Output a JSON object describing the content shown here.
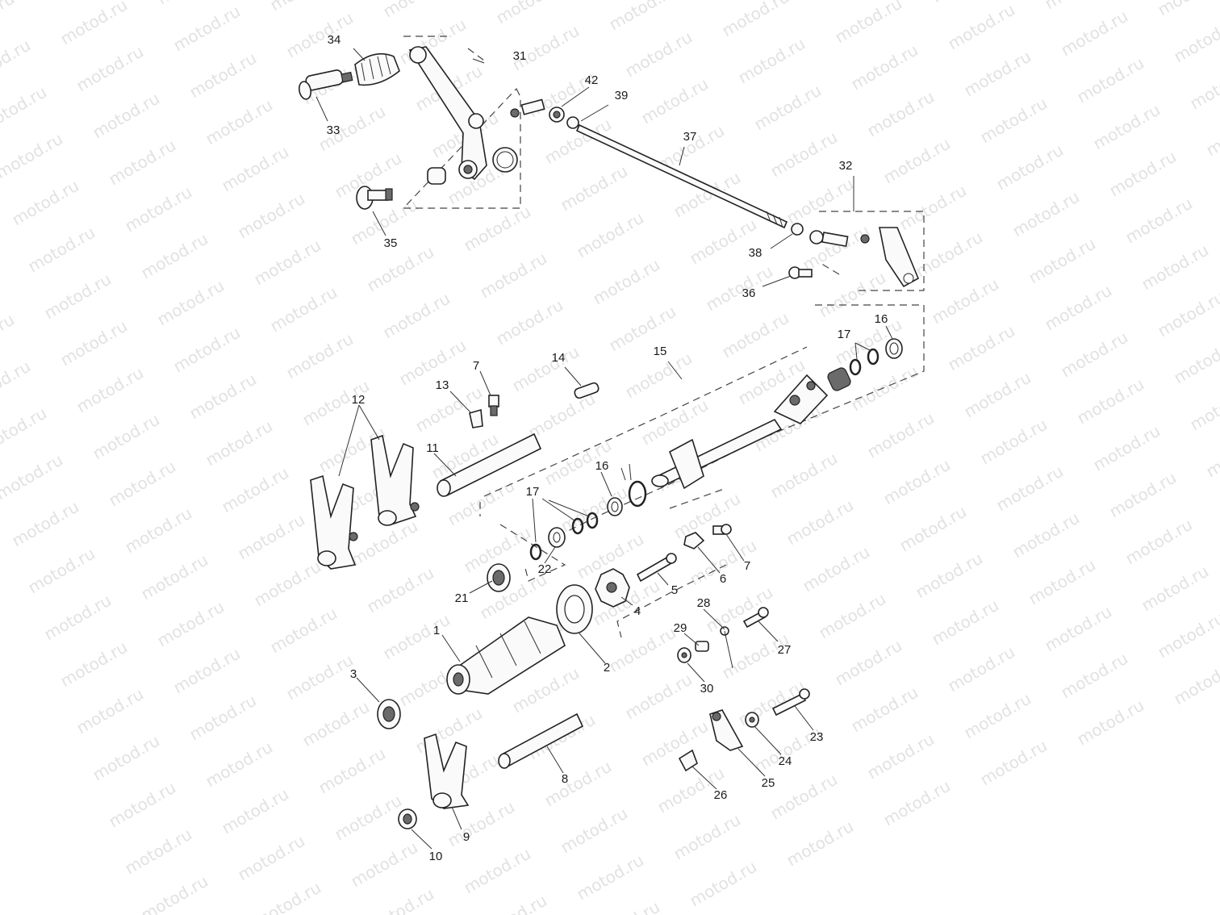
{
  "watermark_text": "motod.ru",
  "callouts": [
    "1",
    "2",
    "3",
    "4",
    "5",
    "6",
    "7",
    "7",
    "8",
    "9",
    "10",
    "11",
    "12",
    "13",
    "14",
    "15",
    "16",
    "16",
    "17",
    "17",
    "21",
    "22",
    "23",
    "24",
    "25",
    "26",
    "27",
    "28",
    "29",
    "30",
    "31",
    "32",
    "33",
    "34",
    "35",
    "36",
    "37",
    "38",
    "39",
    "42"
  ]
}
